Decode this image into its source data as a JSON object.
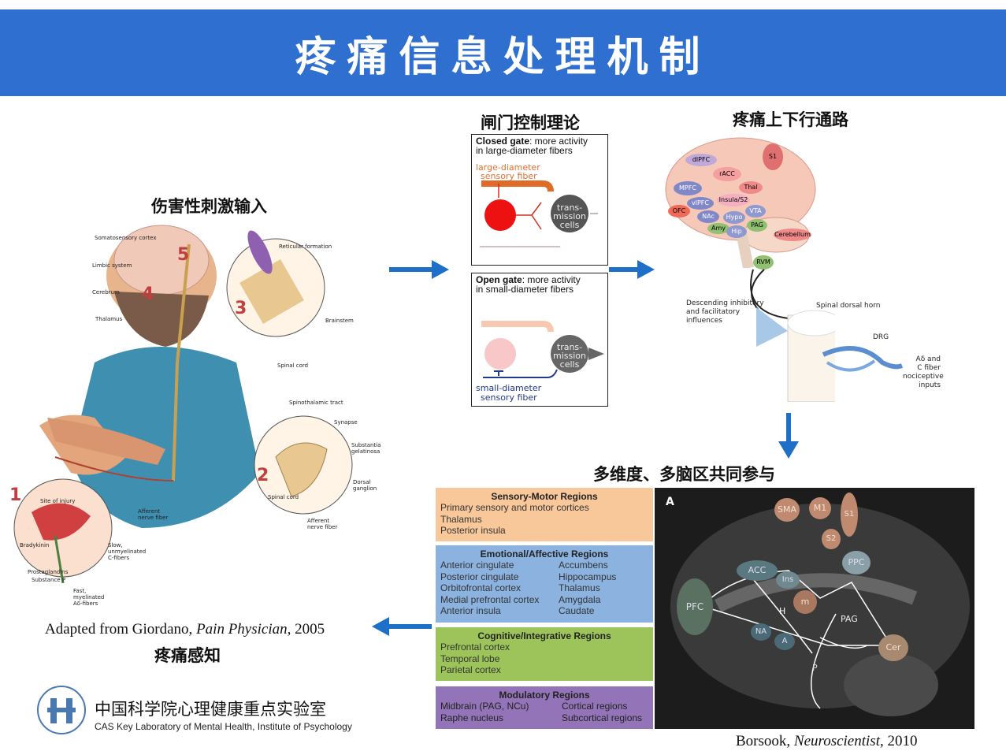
{
  "header": {
    "title": "疼痛信息处理机制"
  },
  "left_panel": {
    "caption": "伤害性刺激输入",
    "labels": [
      "Somatosensory cortex",
      "Limbic system",
      "Cerebrum",
      "Thalamus",
      "Reticular formation",
      "Brainstem",
      "Spinal cord",
      "Spinothalamic tract",
      "Synapse",
      "Substantia gelatinosa",
      "Dorsal ganglion",
      "Spinal cord",
      "Afferent nerve fiber",
      "Afferent nerve fiber",
      "Site of injury",
      "Bradykinin",
      "Prostaglandins",
      "Substance P",
      "Slow, unmyelinated C-fibers",
      "Fast, myelinated Aδ-fibers"
    ],
    "step_numbers": [
      "1",
      "2",
      "3",
      "4",
      "5"
    ],
    "citation_prefix": "Adapted from Giordano, ",
    "citation_journal": "Pain Physician",
    "citation_suffix": ", 2005",
    "bottom_caption": "疼痛感知"
  },
  "gate_panel": {
    "caption": "闸门控制理论",
    "closed": {
      "title_bold": "Closed gate",
      "title_rest": ": more activity",
      "title_line2": "in large-diameter fibers",
      "fiber_label_1": "large-diameter",
      "fiber_label_2": "sensory fiber",
      "cell_label_1": "trans-",
      "cell_label_2": "mission",
      "cell_label_3": "cells"
    },
    "open": {
      "title_bold": "Open gate",
      "title_rest": ": more activity",
      "title_line2": "in small-diameter fibers",
      "cell_label_1": "trans-",
      "cell_label_2": "mission",
      "cell_label_3": "cells",
      "fiber_label_1": "small-diameter",
      "fiber_label_2": "sensory fiber"
    }
  },
  "pathway_panel": {
    "caption": "疼痛上下行通路",
    "regions": [
      "S1",
      "dlPFC",
      "rACC",
      "MPFC",
      "vlPFC",
      "Thal",
      "Insula/S2",
      "OFC",
      "NAc",
      "Hypo",
      "VTA",
      "Amy",
      "Hip",
      "PAG",
      "Cerebellum",
      "RVM"
    ],
    "labels": {
      "descending_1": "Descending inhibitory",
      "descending_2": "and facilitatory",
      "descending_3": "influences",
      "dorsal_horn": "Spinal dorsal horn",
      "drg": "DRG",
      "fiber_1": "Aδ and",
      "fiber_2": "C fiber",
      "fiber_3": "nociceptive",
      "fiber_4": "inputs"
    }
  },
  "multi_panel": {
    "caption": "多维度、多脑区共同参与",
    "groups": [
      {
        "title": "Sensory-Motor Regions",
        "color": "#f8c89a",
        "lines": [
          "Primary sensory and motor cortices",
          "Thalamus",
          "Posterior insula"
        ]
      },
      {
        "title": "Emotional/Affective Regions",
        "color": "#8cb3e0",
        "col1": [
          "Anterior cingulate",
          "Posterior cingulate",
          "Orbitofrontal cortex",
          "Medial prefrontal cortex",
          "Anterior insula"
        ],
        "col2": [
          "Accumbens",
          "Hippocampus",
          "Thalamus",
          "Amygdala",
          "Caudate"
        ]
      },
      {
        "title": "Cognitive/Integrative Regions",
        "color": "#9dc45a",
        "lines": [
          "Prefrontal cortex",
          "Temporal lobe",
          "Parietal cortex"
        ]
      },
      {
        "title": "Modulatory Regions",
        "color": "#9474b8",
        "col1": [
          "Midbrain (PAG, NCu)",
          "Raphe nucleus"
        ],
        "col2": [
          "Cortical regions",
          "Subcortical regions"
        ]
      }
    ],
    "mri": {
      "panel_letter": "A",
      "nodes": [
        "SMA",
        "M1",
        "S1",
        "S2",
        "PPC",
        "ACC",
        "Ins",
        "m",
        "PFC",
        "H",
        "PAG",
        "NA",
        "A",
        "P",
        "Cer"
      ]
    },
    "citation_prefix": "Borsook, ",
    "citation_journal": "Neuroscientist",
    "citation_suffix": ", 2010"
  },
  "footer": {
    "lab_name_cn": "中国科学院心理健康重点实验室",
    "lab_name_en": "CAS Key Laboratory of Mental Health, Institute of Psychology"
  }
}
